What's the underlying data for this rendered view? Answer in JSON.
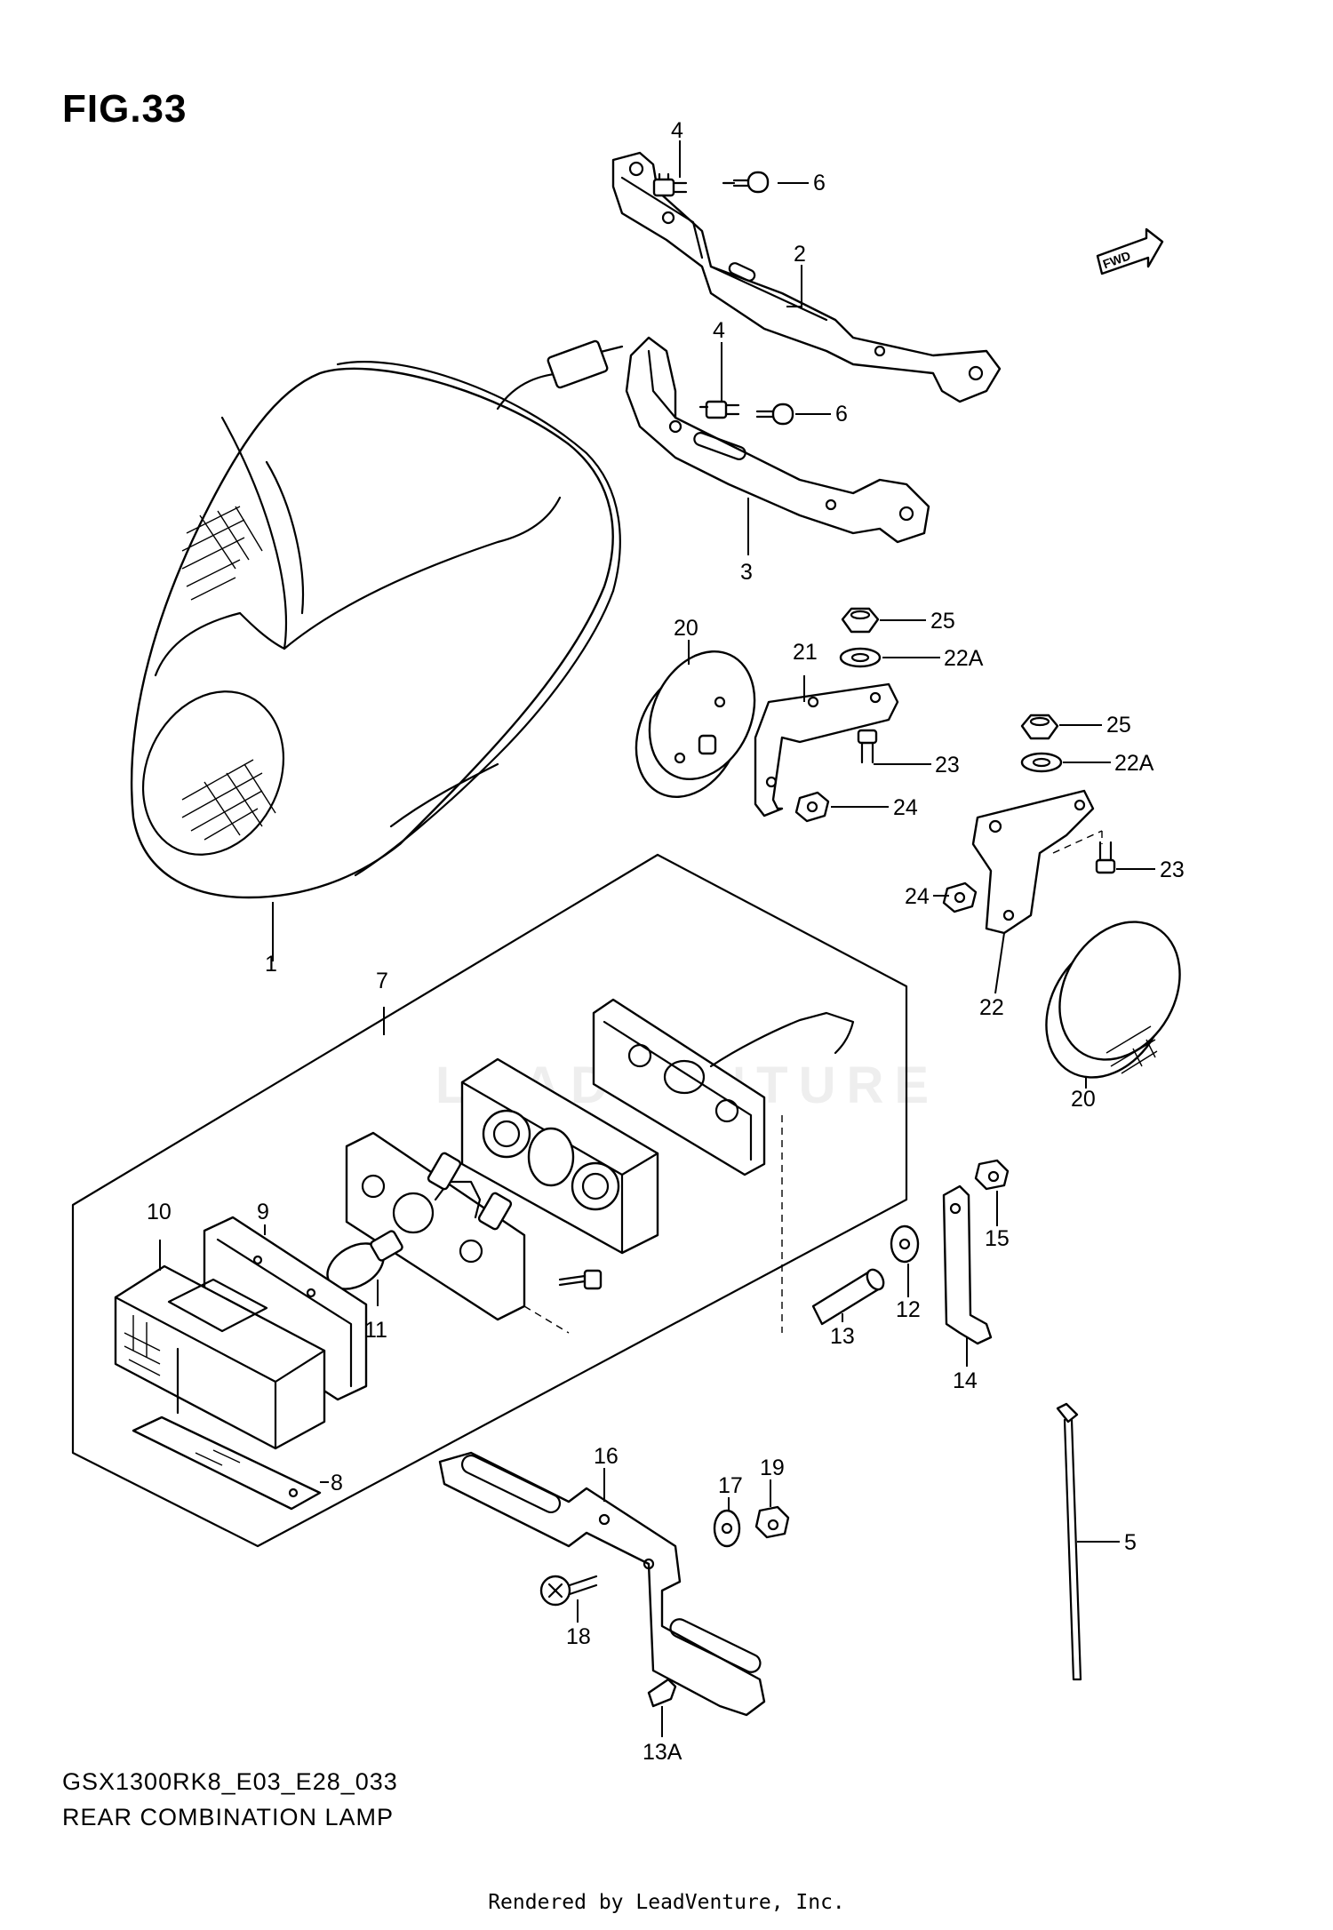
{
  "figure": {
    "title": "FIG.33",
    "model_code": "GSX1300RK8_E03_E28_033",
    "section_title": "REAR COMBINATION LAMP",
    "credit": "Rendered by LeadVenture, Inc.",
    "watermark": "LEADVENTURE",
    "fwd_label": "FWD"
  },
  "callouts": {
    "c1": "1",
    "c2": "2",
    "c3": "3",
    "c4a": "4",
    "c4b": "4",
    "c5": "5",
    "c6a": "6",
    "c6b": "6",
    "c7": "7",
    "c8": "8",
    "c9": "9",
    "c10": "10",
    "c11": "11",
    "c12": "12",
    "c13": "13",
    "c13a": "13A",
    "c14": "14",
    "c15": "15",
    "c16": "16",
    "c17": "17",
    "c18": "18",
    "c19": "19",
    "c20a": "20",
    "c20b": "20",
    "c21": "21",
    "c22": "22",
    "c22aa": "22A",
    "c22ab": "22A",
    "c23a": "23",
    "c23b": "23",
    "c24a": "24",
    "c24b": "24",
    "c25a": "25",
    "c25b": "25"
  }
}
